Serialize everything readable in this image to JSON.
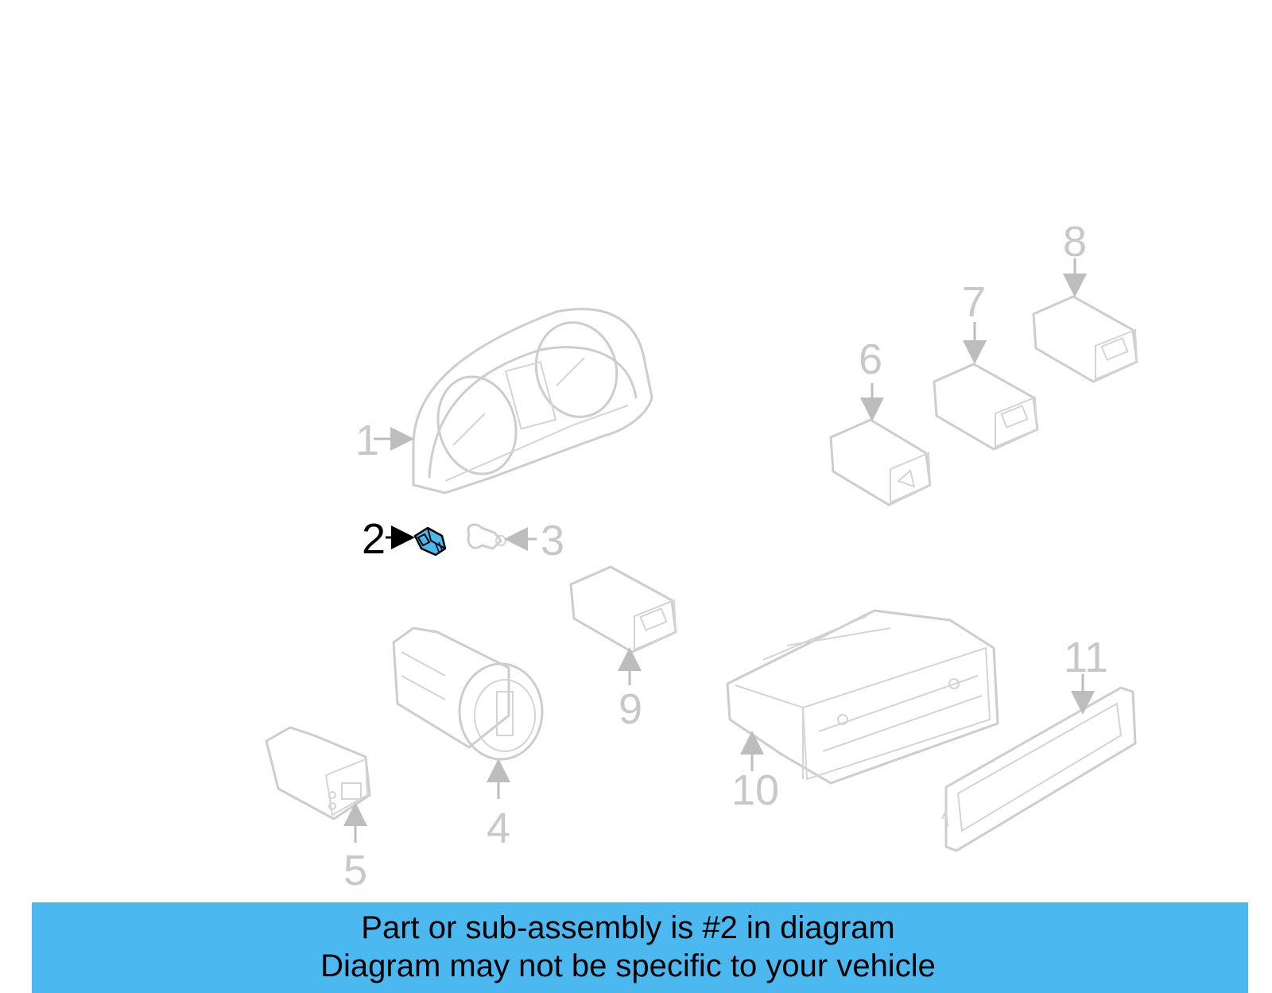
{
  "labels": {
    "p1": "1",
    "p2": "2",
    "p3": "3",
    "p4": "4",
    "p5": "5",
    "p6": "6",
    "p7": "7",
    "p8": "8",
    "p9": "9",
    "p10": "10",
    "p11": "11"
  },
  "highlight_part": "2",
  "colors": {
    "banner": "#4cb8f0",
    "highlight_fill": "#4cb8f0",
    "part_stroke": "#cdcdcd",
    "label": "#c8c8c8"
  },
  "banner": {
    "line1": "Part or sub-assembly is #2 in diagram",
    "line2": "Diagram may not be specific to your vehicle"
  }
}
